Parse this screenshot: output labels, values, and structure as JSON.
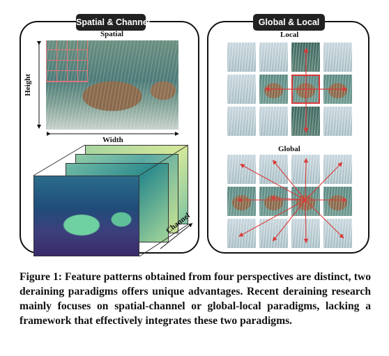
{
  "left_panel": {
    "tag": "Spatial & Channel",
    "spatial_label": "Spatial",
    "height_label": "Height",
    "width_label": "Width",
    "channel_label": "Channel"
  },
  "right_panel": {
    "tag": "Global & Local",
    "local_label": "Local",
    "global_label": "Global"
  },
  "caption": "Figure 1: Feature patterns obtained from four perspectives are distinct, two deraining paradigms offers unique advantages. Recent deraining research mainly focuses on spatial-channel or global-local paradigms, lacking a framework that effectively integrates these two paradigms.",
  "colors": {
    "highlight": "#d83a3a",
    "tag_bg": "#222222"
  }
}
